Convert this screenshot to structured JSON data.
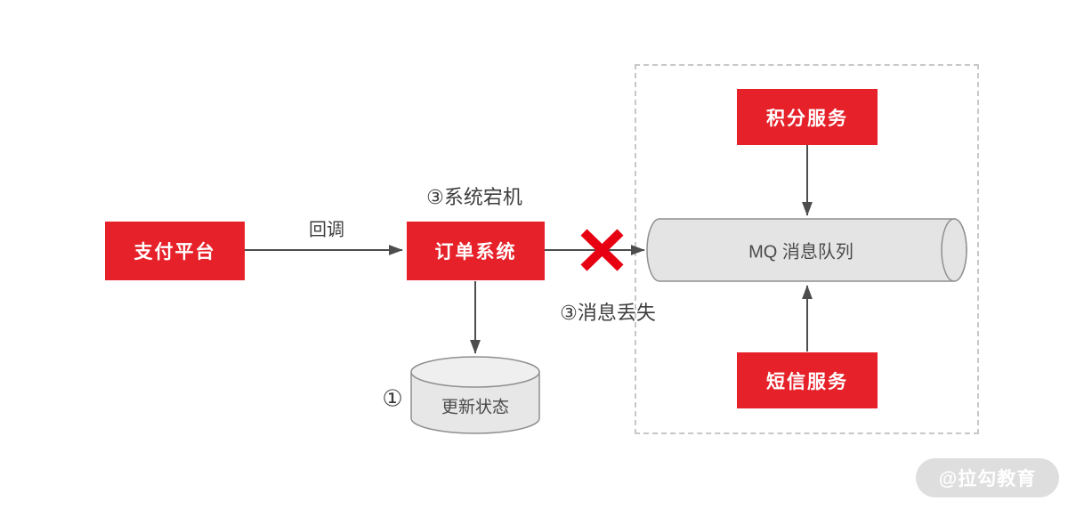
{
  "diagram": {
    "nodes": {
      "payment": {
        "label": "支付平台"
      },
      "order": {
        "label": "订单系统"
      },
      "points": {
        "label": "积分服务"
      },
      "sms": {
        "label": "短信服务"
      },
      "mq": {
        "label": "MQ 消息队列"
      },
      "db": {
        "label": "更新状态"
      }
    },
    "annotations": {
      "callback": "回调",
      "system_down": "③系统宕机",
      "message_loss": "③消息丢失",
      "step_one": "①"
    },
    "watermark": "@拉勾教育",
    "colors": {
      "service_box": "#e62129",
      "cross": "#e60012",
      "arrow": "#4d4d4d",
      "cylinder_fill": "#e4e4e4",
      "cylinder_stroke": "#8f8f8f",
      "dashed_border": "#c8c8c8",
      "label_text": "#3d3d3d",
      "watermark_bg": "#c3c3c3",
      "watermark_text": "#ffffff"
    }
  }
}
